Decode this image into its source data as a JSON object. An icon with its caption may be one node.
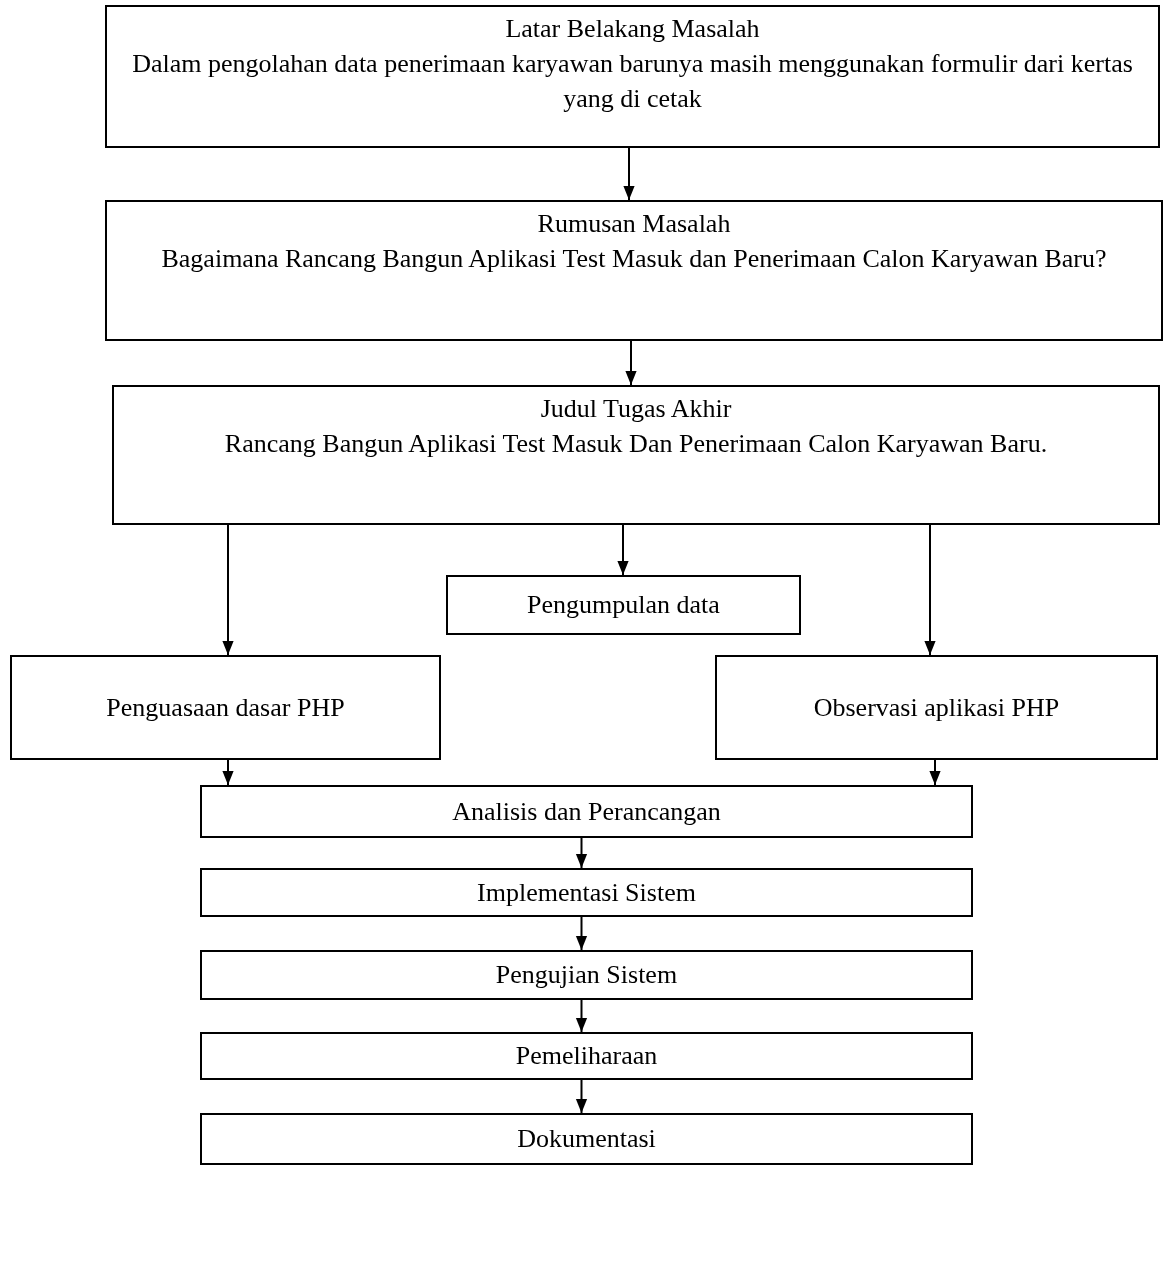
{
  "diagram": {
    "nodes": [
      {
        "text": [
          "Latar Belakang Masalah",
          "Dalam pengolahan data penerimaan karyawan barunya masih menggunakan formulir dari kertas yang di cetak"
        ]
      },
      {
        "text": [
          "Rumusan Masalah",
          "Bagaimana Rancang Bangun Aplikasi Test Masuk dan Penerimaan Calon Karyawan Baru?"
        ]
      },
      {
        "text": [
          "Judul Tugas Akhir",
          "Rancang Bangun Aplikasi Test Masuk Dan Penerimaan Calon Karyawan Baru."
        ]
      },
      {
        "text": [
          "Pengumpulan data"
        ]
      },
      {
        "text": [
          "Penguasaan dasar PHP"
        ]
      },
      {
        "text": [
          "Observasi aplikasi PHP"
        ]
      },
      {
        "text": [
          "Analisis dan Perancangan"
        ]
      },
      {
        "text": [
          "Implementasi Sistem"
        ]
      },
      {
        "text": [
          "Pengujian Sistem"
        ]
      },
      {
        "text": [
          "Pemeliharaan"
        ]
      },
      {
        "text": [
          "Dokumentasi"
        ]
      }
    ],
    "edges": [
      {
        "from": 0,
        "to": 1,
        "arrow": "to"
      },
      {
        "from": 1,
        "to": 2,
        "arrow": "to"
      },
      {
        "from": 2,
        "to": 3,
        "arrow": "to"
      },
      {
        "from": 2,
        "to": 4,
        "arrow": "to"
      },
      {
        "from": 2,
        "to": 5,
        "arrow": "to"
      },
      {
        "from": 4,
        "to": 6,
        "arrow": "to"
      },
      {
        "from": 5,
        "to": 6,
        "arrow": "to"
      },
      {
        "from": 6,
        "to": 7,
        "arrow": "to"
      },
      {
        "from": 7,
        "to": 8,
        "arrow": "to"
      },
      {
        "from": 8,
        "to": 9,
        "arrow": "to"
      },
      {
        "from": 9,
        "to": 10,
        "arrow": "to"
      }
    ]
  }
}
